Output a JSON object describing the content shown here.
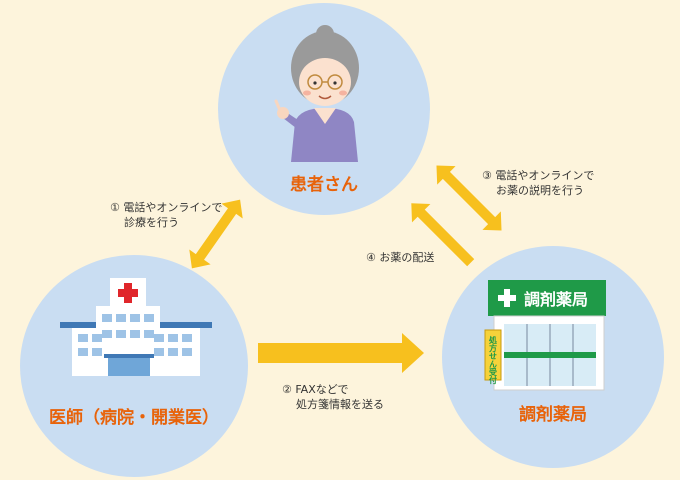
{
  "nodes": {
    "patient": {
      "label": "患者さん"
    },
    "hospital": {
      "label": "医師（病院・開業医）"
    },
    "pharmacy": {
      "label": "調剤薬局",
      "sign": "調剤薬局",
      "noren": "処方せん受付"
    }
  },
  "steps": {
    "s1": {
      "line1": "① 電話やオンラインで",
      "line2": "診療を行う"
    },
    "s2": {
      "line1": "② FAXなどで",
      "line2": "処方箋情報を送る"
    },
    "s3": {
      "line1": "③ 電話やオンラインで",
      "line2": "お薬の説明を行う"
    },
    "s4": {
      "line1": "④ お薬の配送"
    }
  },
  "colors": {
    "background": "#fdf4dc",
    "circle": "#c9ddf2",
    "arrow": "#f7c01e",
    "label": "#e8630a",
    "pharmacy_green": "#1f9a48",
    "cross_red": "#e0262b"
  },
  "icons": {
    "patient": "elderly-woman-icon",
    "hospital": "hospital-building-icon",
    "pharmacy": "pharmacy-store-icon"
  }
}
